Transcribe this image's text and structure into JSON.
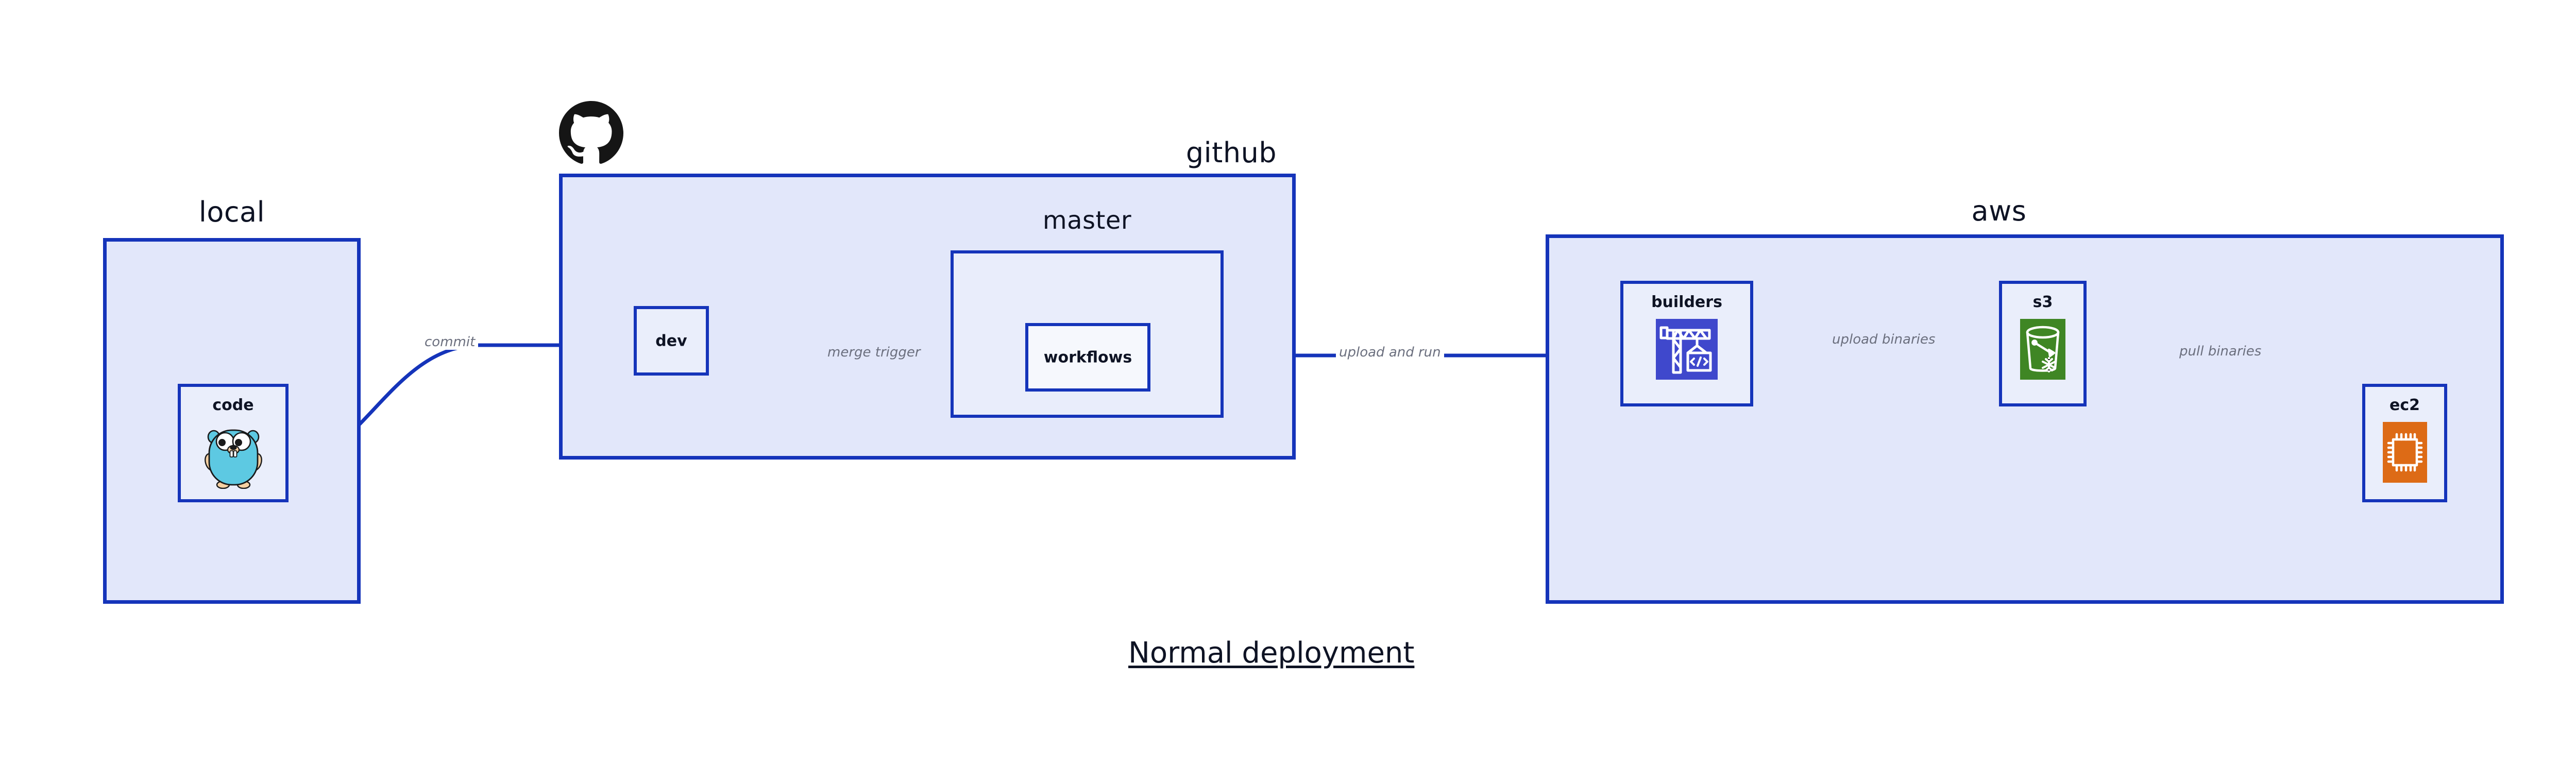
{
  "diagram": {
    "title": "Normal deployment",
    "colors": {
      "border_blue": "#1534ba",
      "group_fill": "#e2e7fa",
      "subgroup_fill": "#e9edfb",
      "node_fill": "#eaeefb",
      "edge_label_gray": "#6b6f7e",
      "title_navy": "#0e1324",
      "codebuild_blue": "#3f48cc",
      "s3_green": "#3f8624",
      "ec2_orange": "#dd6b16",
      "gopher_cyan": "#5dc9e2",
      "github_black": "#151515"
    },
    "groups": [
      {
        "id": "local",
        "label": "local"
      },
      {
        "id": "github",
        "label": "github"
      },
      {
        "id": "aws",
        "label": "aws"
      }
    ],
    "subgroups": [
      {
        "id": "master",
        "label": "master",
        "parent": "github"
      }
    ],
    "nodes": [
      {
        "id": "code",
        "label": "code",
        "icon": "go-gopher-icon",
        "parent": "local"
      },
      {
        "id": "dev",
        "label": "dev",
        "icon": "none",
        "parent": "github"
      },
      {
        "id": "workflows",
        "label": "workflows",
        "icon": "none",
        "parent": "master"
      },
      {
        "id": "builders",
        "label": "builders",
        "icon": "aws-codebuild-crane-icon",
        "parent": "aws"
      },
      {
        "id": "s3",
        "label": "s3",
        "icon": "aws-s3-bucket-icon",
        "parent": "aws"
      },
      {
        "id": "ec2",
        "label": "ec2",
        "icon": "aws-ec2-chip-icon",
        "parent": "aws"
      }
    ],
    "edges": [
      {
        "id": "commit",
        "label": "commit",
        "from": "code",
        "to": "dev"
      },
      {
        "id": "merge-trigger",
        "label": "merge trigger",
        "from": "dev",
        "to": "workflows"
      },
      {
        "id": "upload-and-run",
        "label": "upload and run",
        "from": "workflows",
        "to": "builders"
      },
      {
        "id": "upload-binaries",
        "label": "upload binaries",
        "from": "builders",
        "to": "s3"
      },
      {
        "id": "pull-binaries",
        "label": "pull binaries",
        "from": "s3",
        "to": "ec2"
      }
    ],
    "logos": [
      {
        "id": "github-octocat",
        "name": "github-octocat-logo",
        "attached_to": "github"
      }
    ]
  }
}
